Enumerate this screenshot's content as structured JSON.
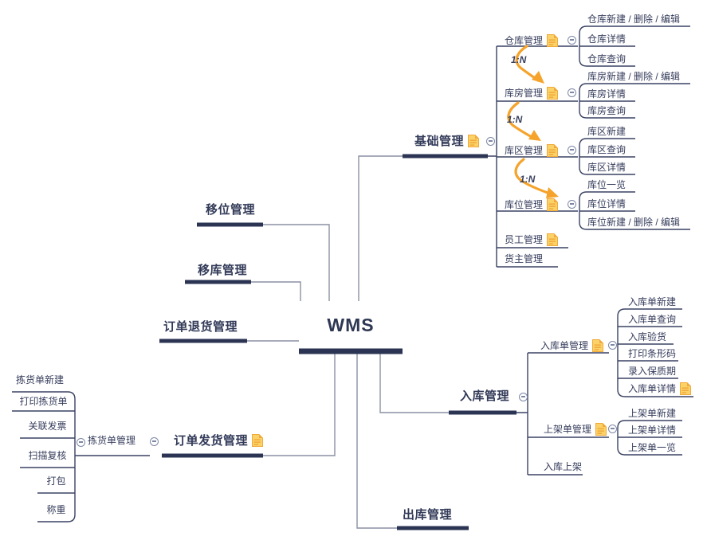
{
  "root": {
    "label": "WMS"
  },
  "relation_label": "1:N",
  "branches": {
    "jichu": {
      "label": "基础管理",
      "children": {
        "cangku": {
          "label": "仓库管理",
          "children": [
            "仓库新建 / 删除 / 编辑",
            "仓库详情",
            "仓库查询"
          ]
        },
        "kufang": {
          "label": "库房管理",
          "children": [
            "库房新建 / 删除 / 编辑",
            "库房详情",
            "库房查询"
          ]
        },
        "kuqu": {
          "label": "库区管理",
          "children": [
            "库区新建",
            "库区查询",
            "库区详情"
          ]
        },
        "kuwei": {
          "label": "库位管理",
          "children": [
            "库位一览",
            "库位详情",
            "库位新建 / 删除 / 编辑"
          ]
        },
        "yuangong": {
          "label": "员工管理"
        },
        "huozhu": {
          "label": "货主管理"
        }
      }
    },
    "yiwei": {
      "label": "移位管理"
    },
    "yiku": {
      "label": "移库管理"
    },
    "tuihuo": {
      "label": "订单退货管理"
    },
    "fahuo": {
      "label": "订单发货管理",
      "children": {
        "jianhuodan": {
          "label": "拣货单管理",
          "children": [
            "拣货单新建",
            "打印拣货单",
            "关联发票",
            "扫描复核",
            "打包",
            "称重"
          ]
        }
      }
    },
    "ruku": {
      "label": "入库管理",
      "children": {
        "rukudan": {
          "label": "入库单管理",
          "children": [
            "入库单新建",
            "入库单查询",
            "入库验货",
            "打印条形码",
            "录入保质期",
            "入库单详情"
          ]
        },
        "shangjiadan": {
          "label": "上架单管理",
          "children": [
            "上架单新建",
            "上架单详情",
            "上架单一览"
          ]
        },
        "rukushangjia": {
          "label": "入库上架"
        }
      }
    },
    "chuku": {
      "label": "出库管理"
    }
  }
}
